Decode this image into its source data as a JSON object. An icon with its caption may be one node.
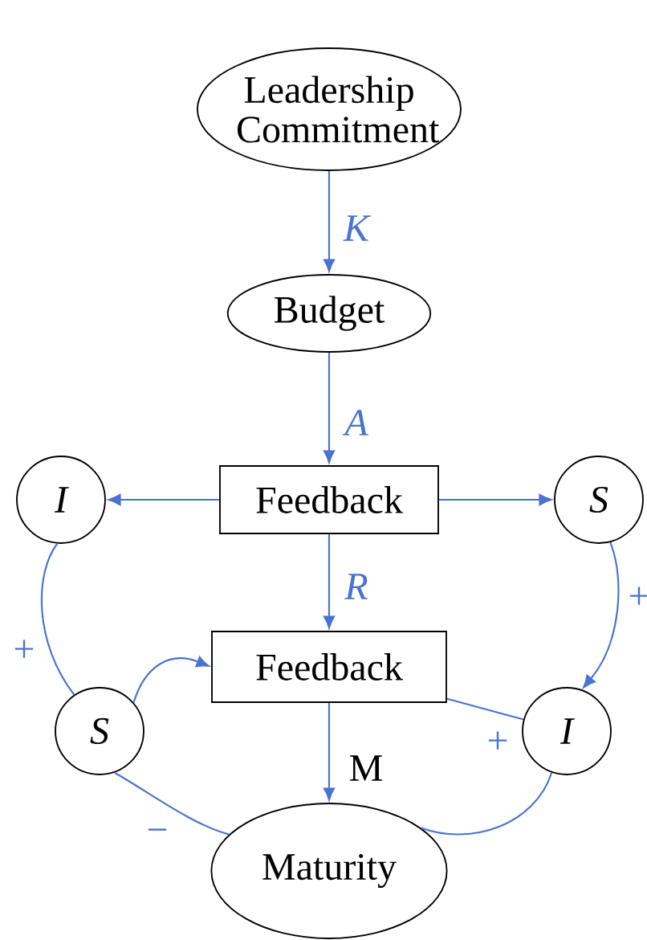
{
  "diagram": {
    "nodes": [
      {
        "text": [
          "Leadership Commitment"
        ]
      },
      {
        "text": [
          "Budget"
        ]
      },
      {
        "text": [
          "Feedback"
        ]
      },
      {
        "text": [
          "I"
        ]
      },
      {
        "text": [
          "S"
        ]
      },
      {
        "text": [
          "Feedback"
        ]
      },
      {
        "text": [
          "S"
        ]
      },
      {
        "text": [
          "I"
        ]
      },
      {
        "text": [
          "Maturity"
        ]
      }
    ],
    "edges": [
      {
        "from": 0,
        "to": 1,
        "arrow": "to",
        "label": "K"
      },
      {
        "from": 1,
        "to": 2,
        "arrow": "to",
        "label": "A"
      },
      {
        "from": 2,
        "to": 3,
        "arrow": "to"
      },
      {
        "from": 2,
        "to": 4,
        "arrow": "to"
      },
      {
        "from": 2,
        "to": 5,
        "arrow": "to",
        "label": "R"
      },
      {
        "from": 3,
        "to": 6,
        "arrow": "none",
        "label": "+"
      },
      {
        "from": 4,
        "to": 7,
        "arrow": "to",
        "label": "+"
      },
      {
        "from": 6,
        "to": 5,
        "arrow": "to"
      },
      {
        "from": 5,
        "to": 7,
        "arrow": "none",
        "label": "+"
      },
      {
        "from": 6,
        "to": 8,
        "arrow": "none",
        "label": "−"
      },
      {
        "from": 7,
        "to": 8,
        "arrow": "none"
      },
      {
        "from": 5,
        "to": 8,
        "arrow": "to",
        "label": "M"
      }
    ]
  }
}
